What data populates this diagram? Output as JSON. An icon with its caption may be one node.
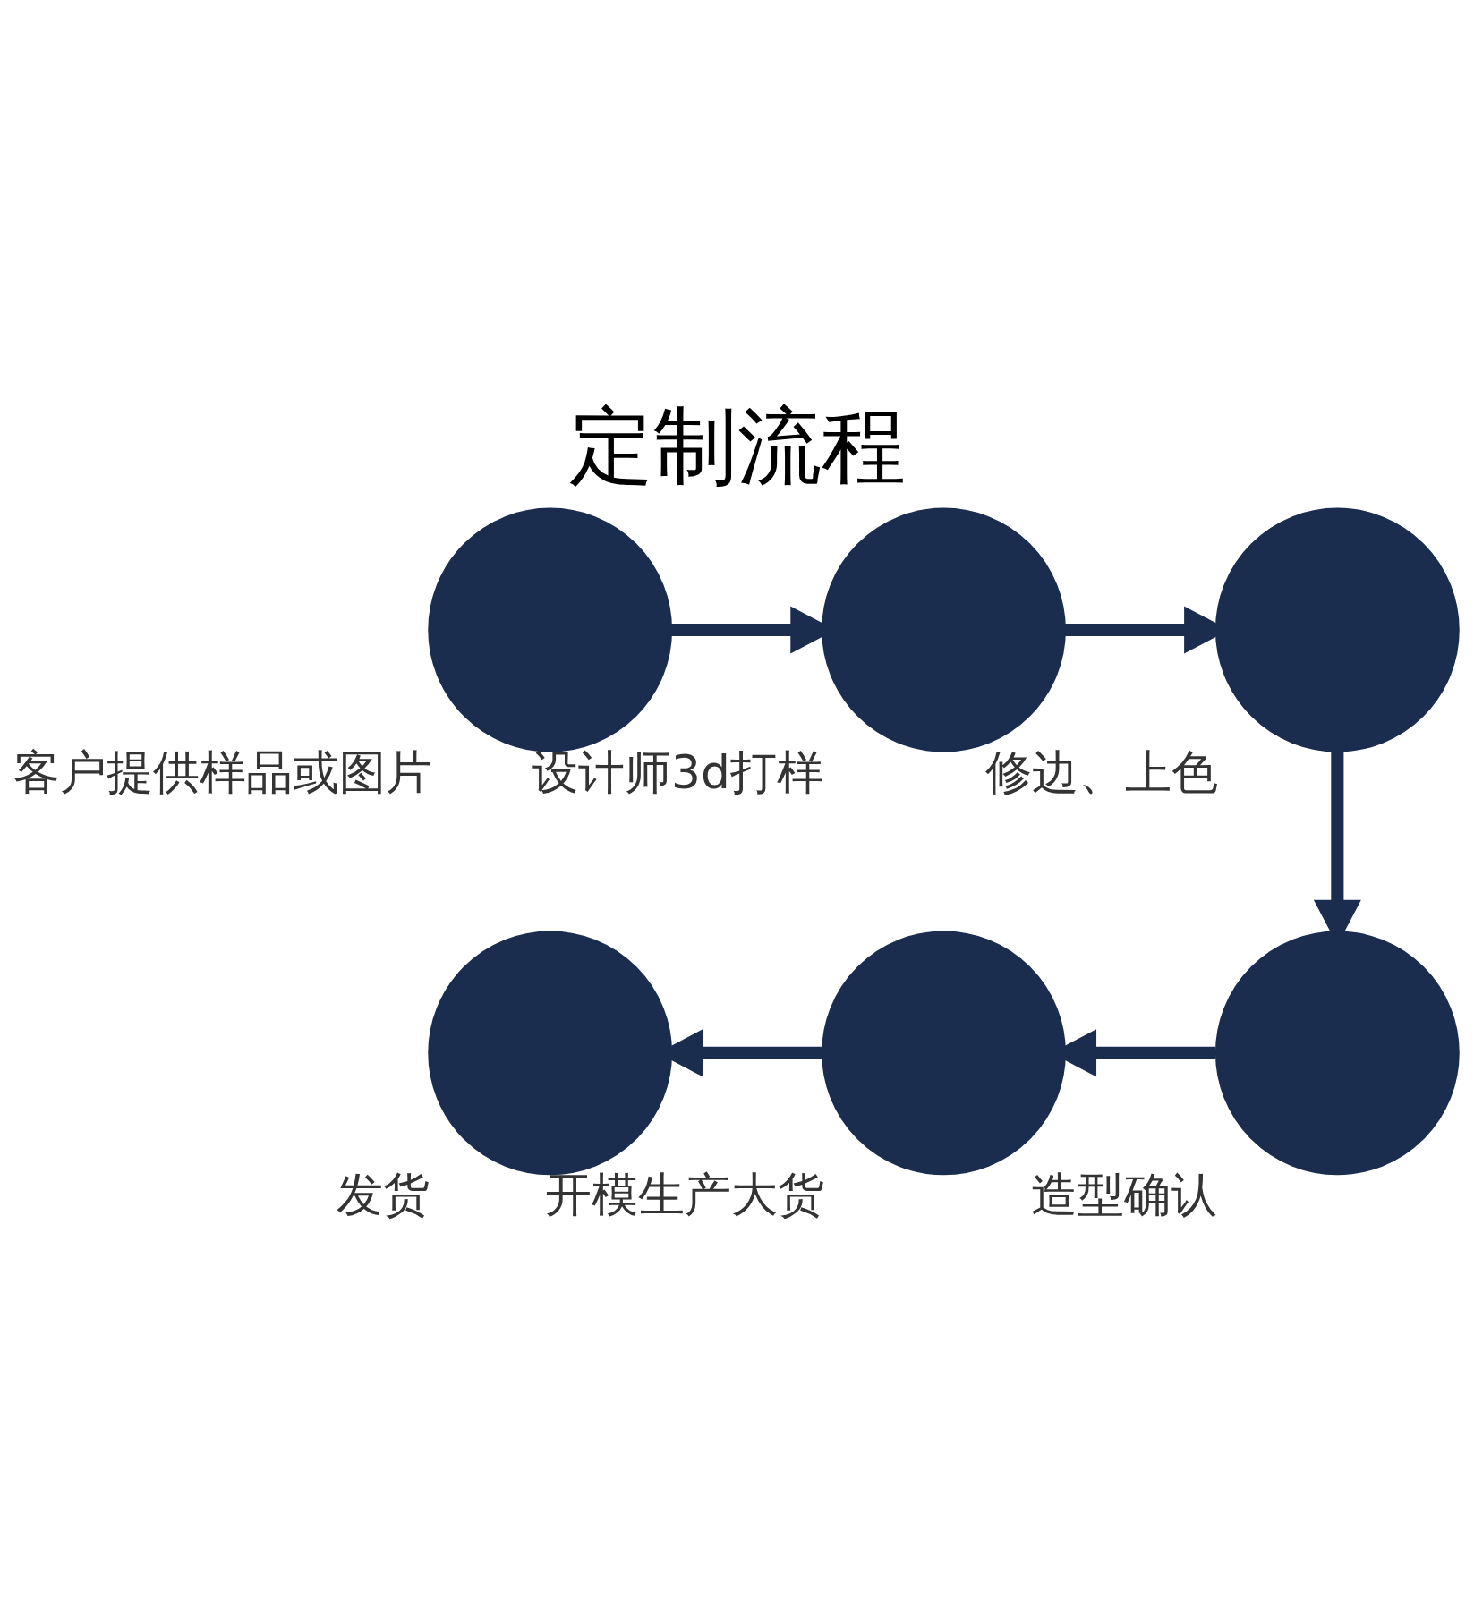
{
  "diagram": {
    "title": "定制流程",
    "nodes": [
      {
        "text": [
          "客户提供样品或图片"
        ]
      },
      {
        "text": [
          "设计师3d打样"
        ]
      },
      {
        "text": [
          "修边、上色"
        ]
      },
      {
        "text": [
          "发货"
        ]
      },
      {
        "text": [
          "开模生产大货"
        ]
      },
      {
        "text": [
          "造型确认"
        ]
      }
    ],
    "edges": [
      {
        "from": 0,
        "to": 1,
        "arrow": "to"
      },
      {
        "from": 1,
        "to": 2,
        "arrow": "to"
      },
      {
        "from": 2,
        "to": 5,
        "arrow": "to"
      },
      {
        "from": 5,
        "to": 4,
        "arrow": "to"
      },
      {
        "from": 4,
        "to": 3,
        "arrow": "to"
      }
    ]
  }
}
